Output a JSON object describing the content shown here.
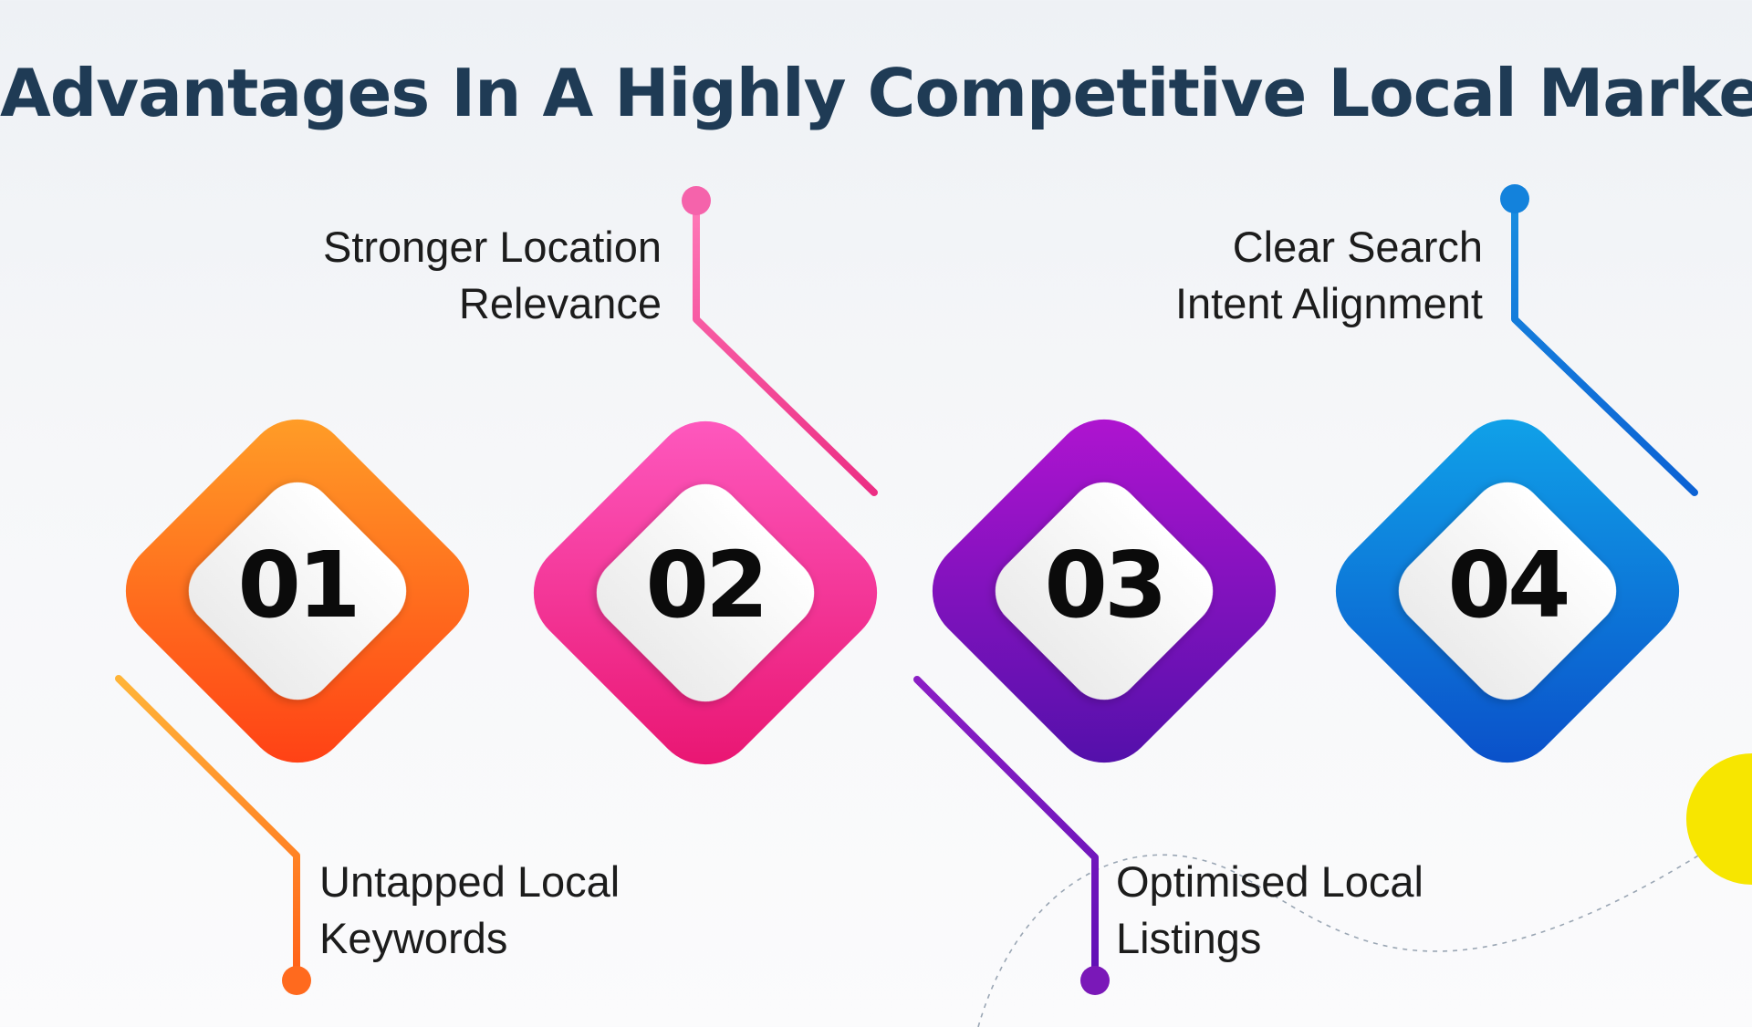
{
  "title": "Advantages In A Highly Competitive Local Market",
  "steps": [
    {
      "number": "01",
      "label_lines": [
        "Untapped Local",
        "Keywords"
      ],
      "color": "#ff6a1e"
    },
    {
      "number": "02",
      "label_lines": [
        "Stronger Location",
        "Relevance"
      ],
      "color": "#f0328c"
    },
    {
      "number": "03",
      "label_lines": [
        "Optimised Local",
        "Listings"
      ],
      "color": "#7a18b8"
    },
    {
      "number": "04",
      "label_lines": [
        "Clear Search",
        "Intent Alignment"
      ],
      "color": "#1278d8"
    }
  ],
  "colors": {
    "title": "#1f3b55",
    "accent_blob": "#f7e600"
  }
}
